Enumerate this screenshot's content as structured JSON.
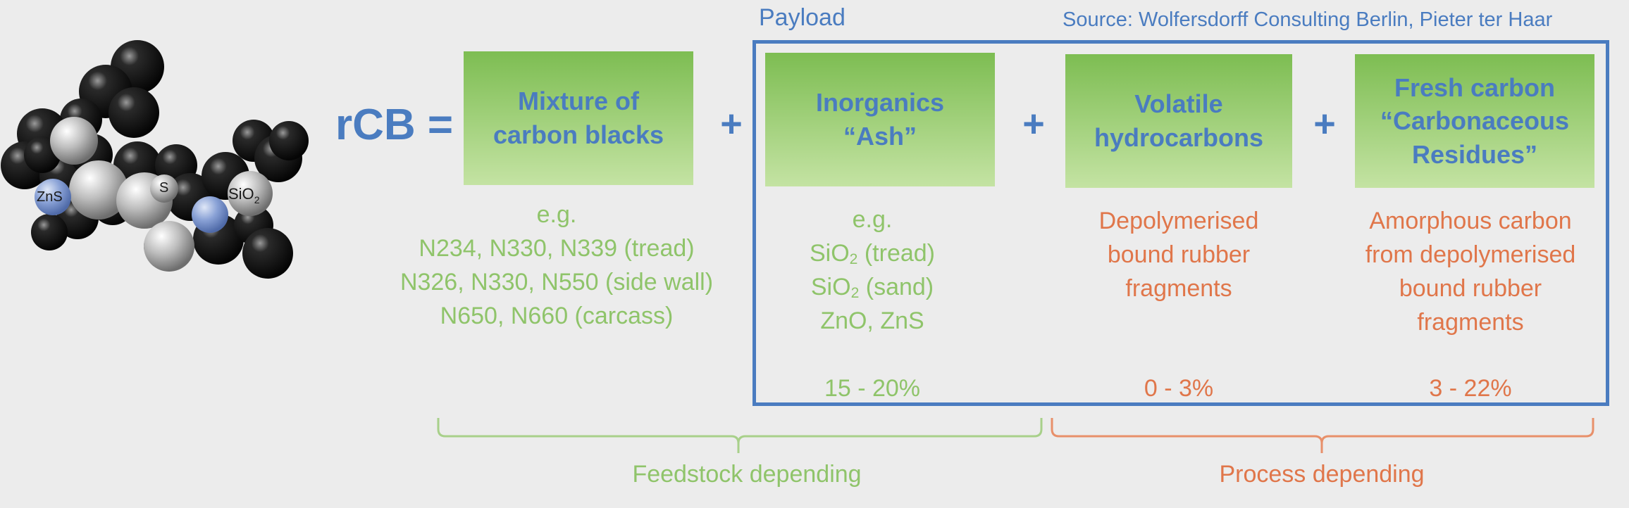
{
  "payload_label": "Payload",
  "source": "Source: Wolfersdorff Consulting Berlin, Pieter ter Haar",
  "equation_lhs": "rCB =",
  "plus": "+",
  "molecule_labels": {
    "zns": "ZnS",
    "s": "S",
    "sio2_base": "SiO",
    "sio2_sub": "2"
  },
  "boxes": {
    "carbon_blacks": [
      "Mixture of",
      "carbon blacks"
    ],
    "inorganics": [
      "Inorganics",
      "“Ash”"
    ],
    "volatile": [
      "Volatile",
      "hydrocarbons"
    ],
    "fresh_carbon": [
      "Fresh carbon",
      "“Carbonaceous",
      "Residues”"
    ]
  },
  "carbon_blacks_examples": [
    "e.g.",
    "N234, N330, N339 (tread)",
    "N326, N330, N550 (side wall)",
    "N650, N660 (carcass)"
  ],
  "inorganics_examples": {
    "eg": "e.g.",
    "sio2_base": "SiO",
    "sio2_sub": "2",
    "tread": " (tread)",
    "sand": " (sand)",
    "zno_zns": "ZnO, ZnS",
    "percent": "15 - 20%"
  },
  "volatile_desc": [
    "Depolymerised",
    "bound rubber",
    "fragments"
  ],
  "volatile_percent": "0 - 3%",
  "fresh_desc": [
    "Amorphous carbon",
    "from depolymerised",
    "bound rubber",
    "fragments"
  ],
  "fresh_percent": "3 - 22%",
  "feedstock_label": "Feedstock depending",
  "process_label": "Process depending",
  "colors": {
    "blue": "#4a7cc0",
    "green": "#8fc46a",
    "orange": "#e0764a",
    "box_top": "#7dbd52",
    "box_bottom": "#c4e3a3"
  }
}
